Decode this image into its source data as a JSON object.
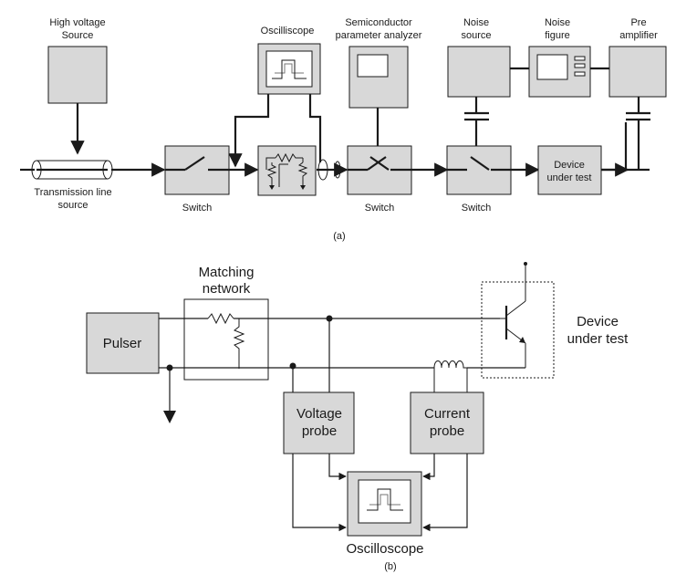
{
  "part_a": {
    "caption": "(a)",
    "hv_source": [
      "High voltage",
      "Source"
    ],
    "oscilloscope": "Oscilliscope",
    "semiconductor": [
      "Semiconductor",
      "parameter analyzer"
    ],
    "noise_source": [
      "Noise",
      "source"
    ],
    "noise_figure": [
      "Noise",
      "figure"
    ],
    "pre_amplifier": [
      "Pre",
      "amplifier"
    ],
    "transmission_line": [
      "Transmission line",
      "source"
    ],
    "switch_1": "Switch",
    "switch_2": "Switch",
    "switch_3": "Switch",
    "dut": [
      "Device",
      "under test"
    ]
  },
  "part_b": {
    "caption": "(b)",
    "matching_network": [
      "Matching",
      "network"
    ],
    "pulser": "Pulser",
    "dut": [
      "Device",
      "under test"
    ],
    "voltage_probe": [
      "Voltage",
      "probe"
    ],
    "current_probe": [
      "Current",
      "probe"
    ],
    "oscilloscope": "Oscilloscope"
  }
}
